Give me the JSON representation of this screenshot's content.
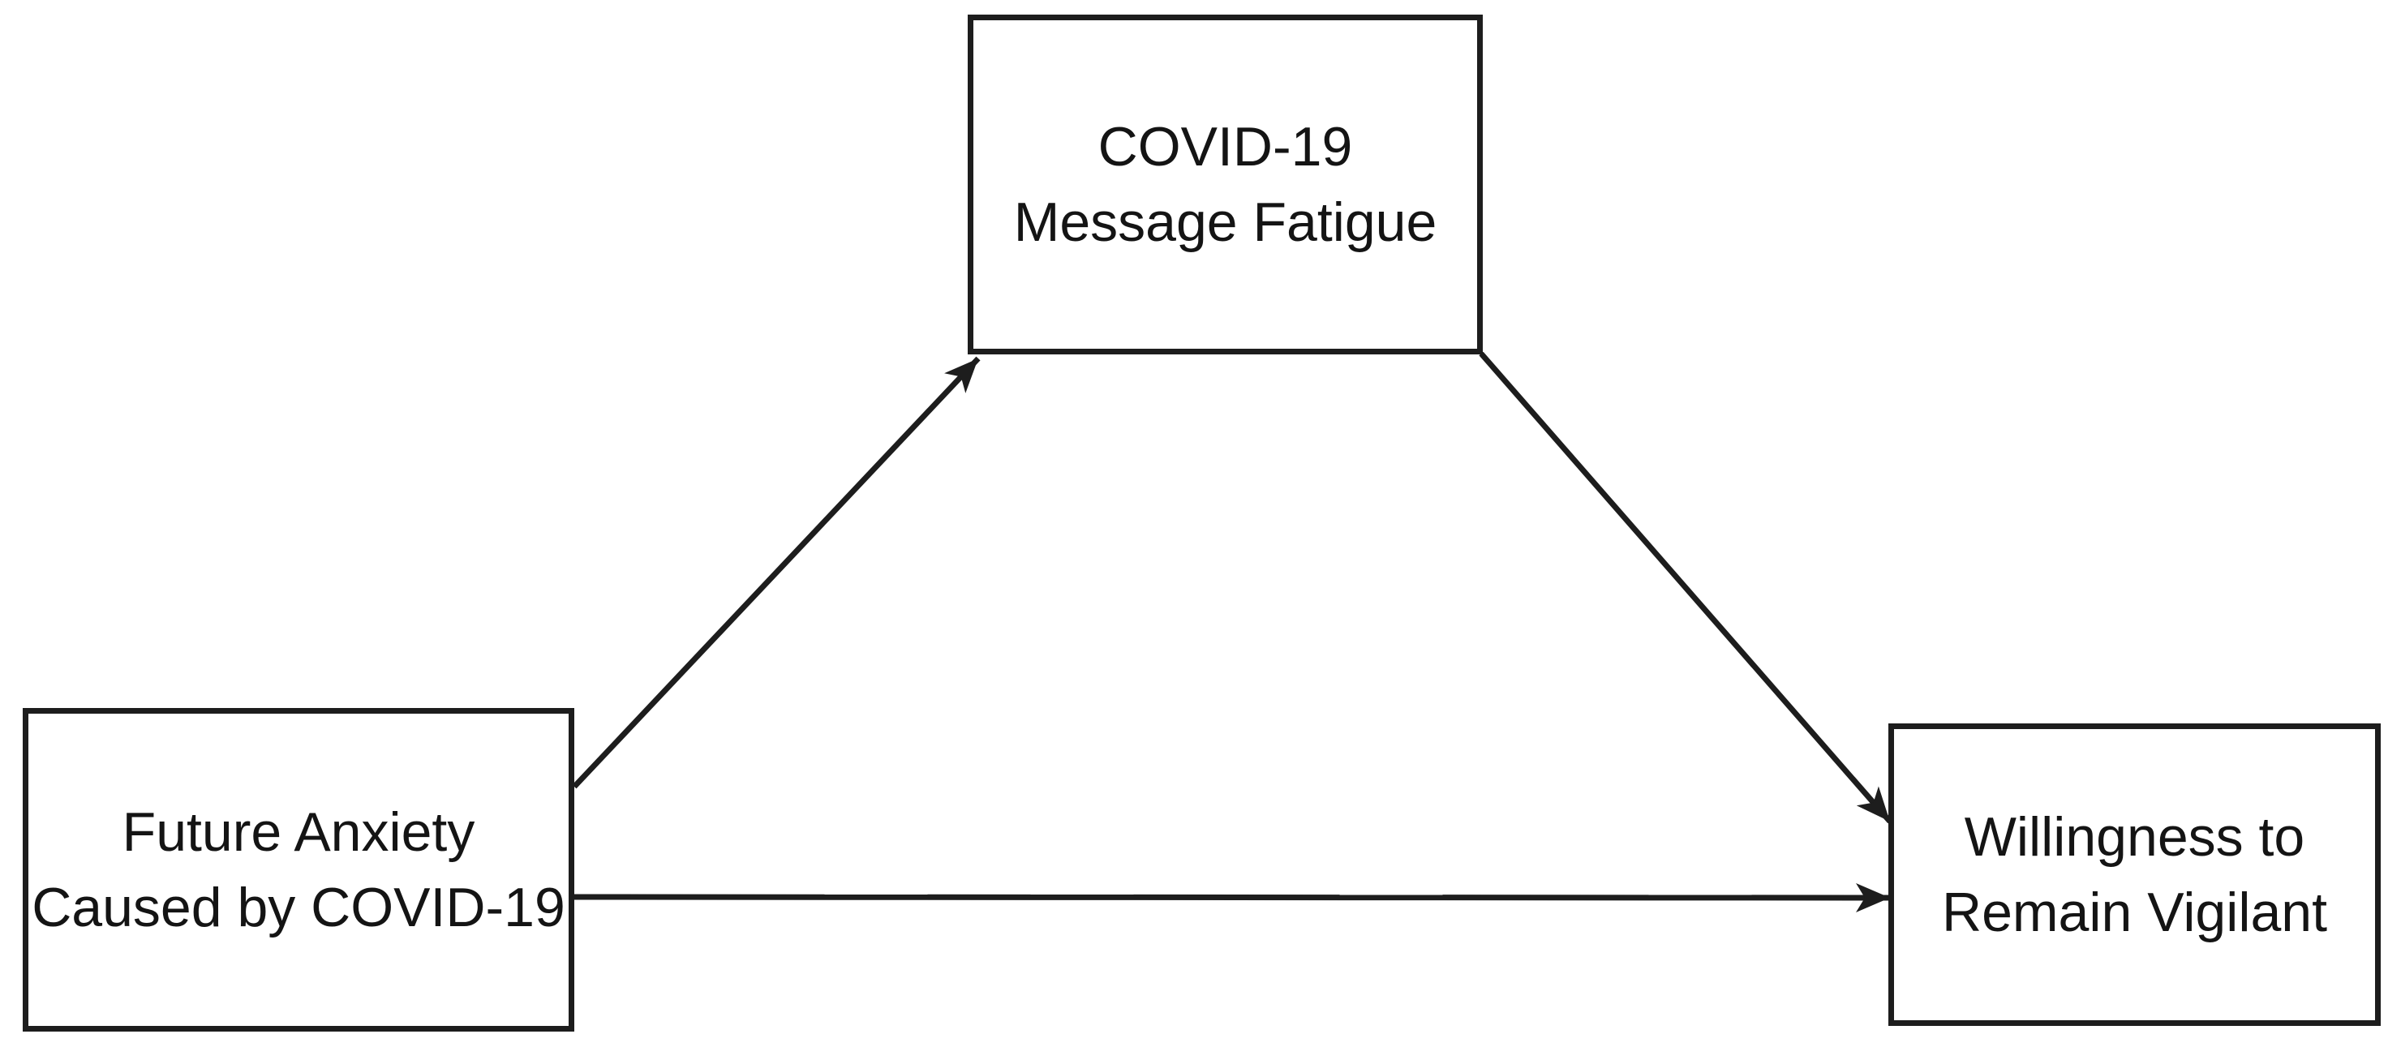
{
  "diagram": {
    "type": "mediation-path-model",
    "background_color": "#ffffff",
    "stroke_color": "#1d1d1d",
    "text_color": "#141414",
    "nodes": {
      "predictor": {
        "lines": [
          "Future Anxiety",
          "Caused by COVID-19"
        ]
      },
      "mediator": {
        "lines": [
          "COVID-19",
          "Message Fatigue"
        ]
      },
      "outcome": {
        "lines": [
          "Willingness to",
          "Remain Vigilant"
        ]
      }
    },
    "edges": [
      {
        "from": "Future Anxiety Caused by COVID-19",
        "to": "COVID-19 Message Fatigue",
        "style": "solid-arrow"
      },
      {
        "from": "COVID-19 Message Fatigue",
        "to": "Willingness to Remain Vigilant",
        "style": "solid-arrow"
      },
      {
        "from": "Future Anxiety Caused by COVID-19",
        "to": "Willingness to Remain Vigilant",
        "style": "solid-arrow"
      }
    ]
  }
}
